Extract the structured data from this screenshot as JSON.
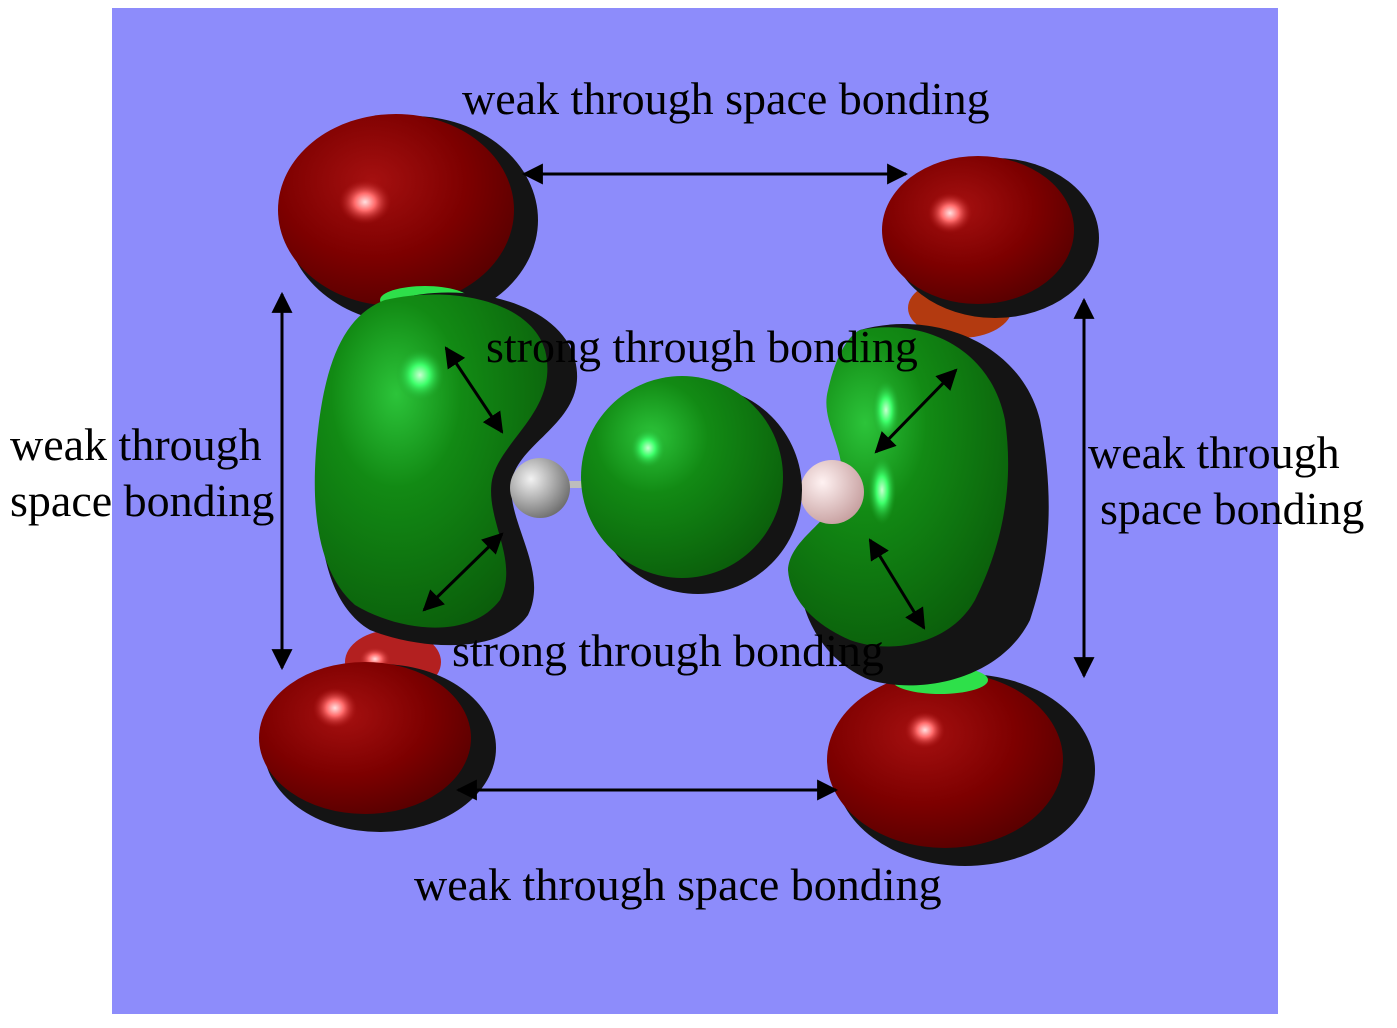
{
  "labels": {
    "top": "weak through space bonding",
    "bottom": "weak through space bonding",
    "left_line1": "weak through",
    "left_line2": "space bonding",
    "right_line1": "weak through",
    "right_line2": "space bonding",
    "strong_top": "strong through bonding",
    "strong_bottom": "strong through bonding"
  },
  "colors": {
    "background_panel": "#8d8cfb",
    "positive_lobe": "#0d7a0d",
    "negative_lobe": "#7a0000",
    "highlight_green": "#3dff6a",
    "highlight_red": "#ff6b6b",
    "shadow": "#141414",
    "arrow": "#000000"
  }
}
